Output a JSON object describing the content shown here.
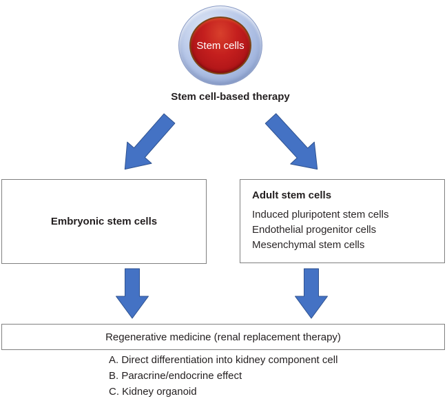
{
  "diagram": {
    "root_label": "Stem cells",
    "title": "Stem cell-based therapy",
    "left_box": {
      "title": "Embryonic stem cells"
    },
    "right_box": {
      "title": "Adult stem cells",
      "items": [
        "Induced pluripotent stem cells",
        "Endothelial progenitor cells",
        "Mesenchymal stem cells"
      ]
    },
    "bottom_box": {
      "title": "Regenerative medicine (renal replacement therapy)"
    },
    "outcomes": [
      "A. Direct differentiation into kidney component cell",
      "B. Paracrine/endocrine effect",
      "C. Kidney organoid"
    ],
    "colors": {
      "arrow_fill": "#4472C4",
      "arrow_stroke": "#2F528F",
      "box_border": "#7f7f7f",
      "node_ring": "#b7c7e8",
      "node_core": "#c41f1e",
      "node_label_text": "#ffffff",
      "text": "#231f20"
    }
  }
}
